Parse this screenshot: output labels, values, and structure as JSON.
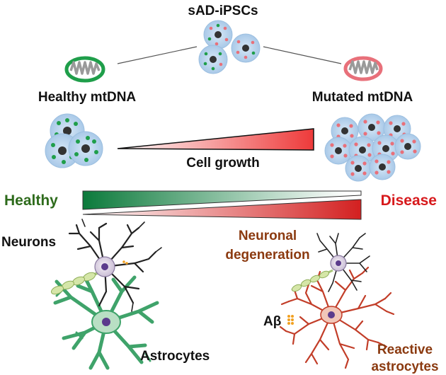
{
  "labels": {
    "top": "sAD-iPSCs",
    "healthy_mtdna": "Healthy mtDNA",
    "mutated_mtdna": "Mutated mtDNA",
    "cell_growth": "Cell growth",
    "healthy": "Healthy",
    "disease": "Disease",
    "neurons": "Neurons",
    "neuronal_line1": "Neuronal",
    "neuronal_line2": "degeneration",
    "abeta": "Aβ",
    "astrocytes": "Astrocytes",
    "reactive_line1": "Reactive",
    "reactive_line2": "astrocytes"
  },
  "colors": {
    "cell_body": "#b8d3ec",
    "nucleus": "#3a3a3a",
    "green_dot": "#1f9e4a",
    "red_dot": "#e8707a",
    "healthy_text": "#2e6b1c",
    "disease_text": "#d7191c",
    "brown_text": "#8b3a10",
    "green_gradient": "#0b7a3b",
    "red_gradient": "#d32020",
    "astro_green": "#3fa36a",
    "astro_red": "#c23d28",
    "neuron_dark": "#222222"
  }
}
